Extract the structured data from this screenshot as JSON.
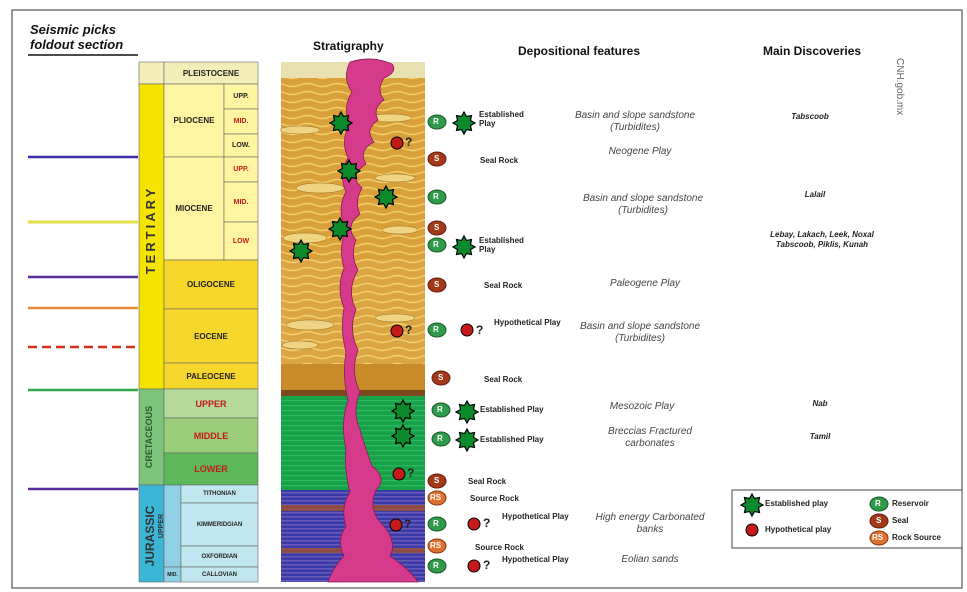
{
  "left_title": [
    "Seismic picks",
    "foldout section"
  ],
  "headers": {
    "stratigraphy": "Stratigraphy",
    "depositional": "Depositional features",
    "discoveries": "Main Discoveries"
  },
  "credit": "CNH.gob.mx",
  "eras": {
    "tertiary": "TERTIARY",
    "cretaceous": "CRETACEOUS",
    "jurassic": "JURASSIC",
    "upper": "UPPER"
  },
  "periods": {
    "pleistocene": "PLEISTOCENE",
    "pliocene": "PLIOCENE",
    "miocene": "MIOCENE",
    "oligocene": "OLIGOCENE",
    "eocene": "EOCENE",
    "paleocene": "PALEOCENE",
    "cret_upper": "UPPER",
    "cret_middle": "MIDDLE",
    "cret_lower": "LOWER",
    "tithonian": "TITHONIAN",
    "kimmeridgian": "KIMMERIDGIAN",
    "oxfordian": "OXFORDIAN",
    "callovian": "CALLOVIAN",
    "mid": "MID."
  },
  "subdivisions": {
    "pli_upp": "UPP.",
    "pli_mid": "MID.",
    "pli_low": "LOW.",
    "mio_upp": "UPP.",
    "mio_mid": "MID.",
    "mio_low": "LOW"
  },
  "badges": {
    "r": "R",
    "s": "S",
    "rs": "RS"
  },
  "question": "?",
  "plays": {
    "established": "Established Play",
    "seal": "Seal Rock",
    "hypothetical": "Hypothetical Play",
    "source": "Source Rock"
  },
  "depositional": {
    "d1": "Basin and slope sandstone (Turbidites)",
    "d2": "Neogene Play",
    "d3": "Basin and slope sandstone (Turbidites)",
    "d4": "Paleogene Play",
    "d5": "Basin and slope sandstone (Turbidites)",
    "d6": "Mesozoic Play",
    "d7": "Breccias Fractured carbonates",
    "d8": "High energy Carbonated banks",
    "d9": "Eolian sands"
  },
  "discoveries": {
    "disc1": "Tabscoob",
    "disc2": "Lalail",
    "disc3": "Lebay, Lakach, Leek, Noxal Tabscoob, Piklis, Kunah",
    "disc4": "Nab",
    "disc5": "Tamil"
  },
  "legend": {
    "established": "Established play",
    "hypothetical": "Hypothetical play",
    "reservoir": "Reservoir",
    "seal": "Seal",
    "rock_source": "Rock Source"
  },
  "colors": {
    "established": "#0a8a2a",
    "hypothetical": "#c41a1a",
    "reservoir": "#2e9a4a",
    "seal": "#a23a1a",
    "rock_source": "#e07030",
    "tertiary": "#f5e400",
    "cretaceous": "#7cc47c",
    "jurassic": "#3bb6d6",
    "salt": "#d63a8a"
  }
}
